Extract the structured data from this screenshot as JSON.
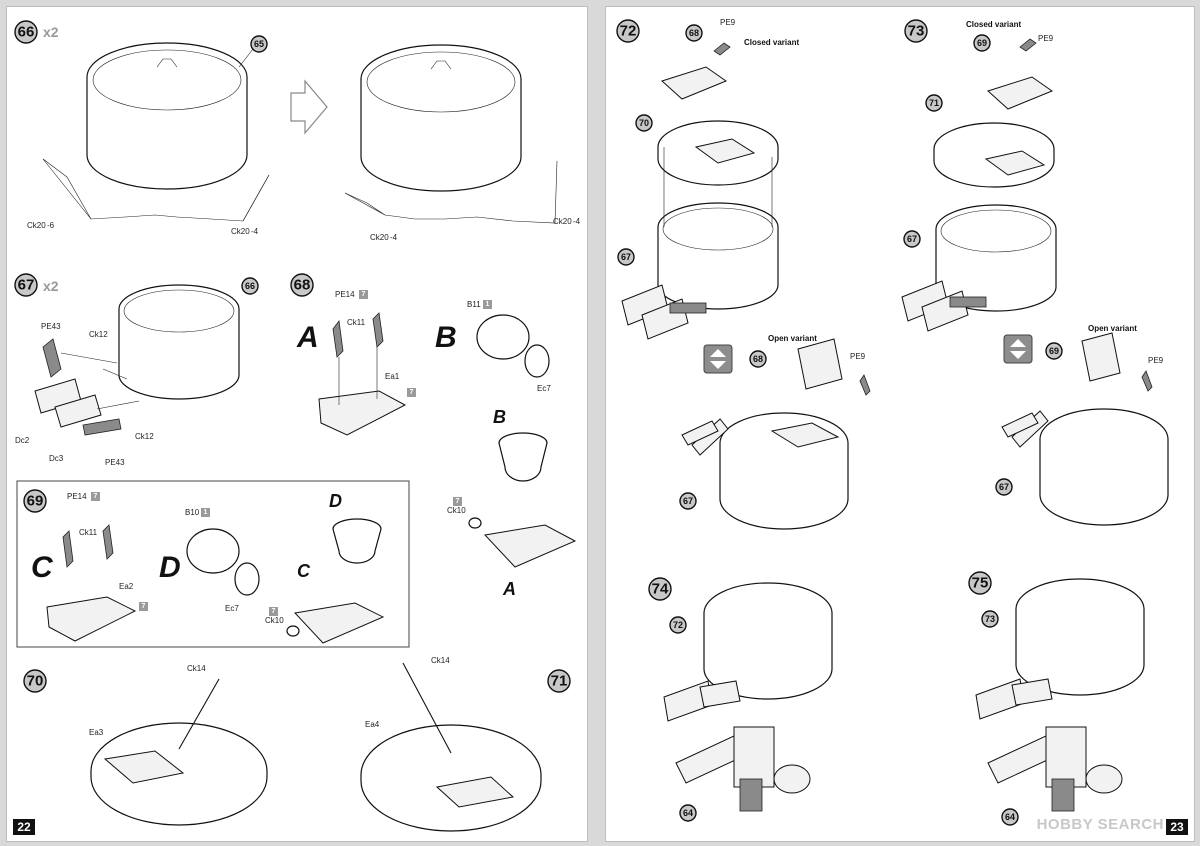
{
  "pages": {
    "left_number": "22",
    "right_number": "23"
  },
  "watermark": "HOBBY SEARCH",
  "steps": {
    "s66": {
      "num": "66",
      "mult": "x2",
      "part_main": "65",
      "ck_left": "Ck20",
      "ck_left_qty": "-6",
      "ck_right": "Ck20",
      "ck_right_qty": "-4",
      "ck_bottom": "Ck20",
      "ck_bottom_qty": "-4",
      "ck_right2": "Ck20",
      "ck_right2_qty": "-4"
    },
    "s67": {
      "num": "67",
      "mult": "x2",
      "part_main": "66",
      "pe43a": "PE43",
      "ck12a": "Ck12",
      "dc2": "Dc2",
      "dc3": "Dc3",
      "pe43b": "PE43",
      "ck12b": "Ck12"
    },
    "s68": {
      "num": "68",
      "pe14": "PE14",
      "pe14_tag": "7",
      "ck11": "Ck11",
      "ea1": "Ea1",
      "ea1_tag": "7",
      "variant_a": "A",
      "variant_b": "B",
      "b11": "B11",
      "b11_tag": "1",
      "ec7": "Ec7",
      "b_label": "B",
      "ck10": "Ck10",
      "ck10_tag": "7",
      "a_label": "A"
    },
    "s69": {
      "num": "69",
      "pe14": "PE14",
      "pe14_tag": "7",
      "ck11": "Ck11",
      "ea2": "Ea2",
      "ea2_tag": "7",
      "variant_c": "C",
      "variant_d": "D",
      "b10": "B10",
      "b10_tag": "1",
      "ec7": "Ec7",
      "d_label": "D",
      "c_label": "C",
      "ck10": "Ck10",
      "ck10_tag": "7"
    },
    "s70": {
      "num": "70",
      "ck14": "Ck14",
      "ea3": "Ea3"
    },
    "s71": {
      "num": "71",
      "ck14": "Ck14",
      "ea4": "Ea4"
    },
    "s72": {
      "num": "72",
      "p68": "68",
      "pe9": "PE9",
      "closed": "Closed variant",
      "p70": "70",
      "p67": "67",
      "open": "Open variant",
      "p68b": "68",
      "pe9b": "PE9",
      "p67b": "67"
    },
    "s73": {
      "num": "73",
      "closed": "Closed variant",
      "p69": "69",
      "pe9": "PE9",
      "p71": "71",
      "p67": "67",
      "open": "Open variant",
      "p69b": "69",
      "pe9b": "PE9",
      "p67b": "67"
    },
    "s74": {
      "num": "74",
      "p72": "72",
      "p64": "64"
    },
    "s75": {
      "num": "75",
      "p73": "73",
      "p64": "64"
    }
  }
}
